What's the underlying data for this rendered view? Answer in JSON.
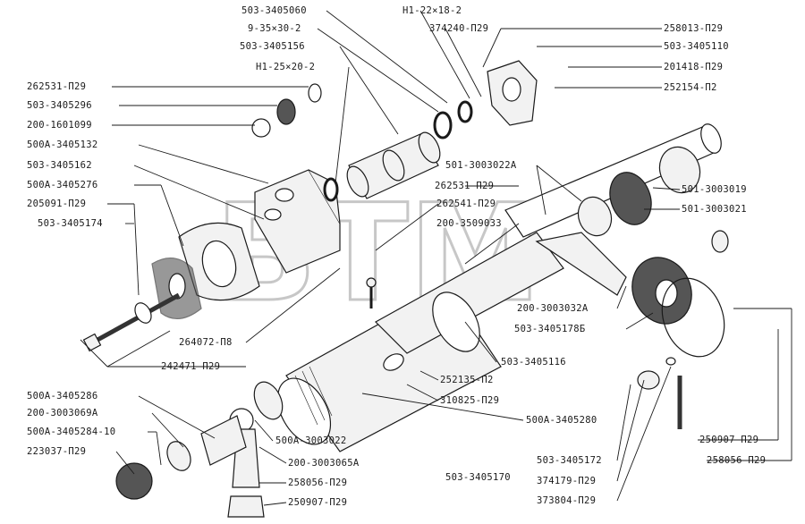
{
  "watermark": "BTM",
  "labels": [
    {
      "id": "l1",
      "text": "503-3405060"
    },
    {
      "id": "l2",
      "text": "Н1-22×18-2"
    },
    {
      "id": "l3",
      "text": "9-35×30-2"
    },
    {
      "id": "l4",
      "text": "374240-П29"
    },
    {
      "id": "l5",
      "text": "258013-П29"
    },
    {
      "id": "l6",
      "text": "503-3405156"
    },
    {
      "id": "l7",
      "text": "503-3405110"
    },
    {
      "id": "l8",
      "text": "Н1-25×20-2"
    },
    {
      "id": "l9",
      "text": "201418-П29"
    },
    {
      "id": "l10",
      "text": "262531-П29"
    },
    {
      "id": "l11",
      "text": "252154-П2"
    },
    {
      "id": "l12",
      "text": "503-3405296"
    },
    {
      "id": "l13",
      "text": "200-1601099"
    },
    {
      "id": "l14",
      "text": "500А-3405132"
    },
    {
      "id": "l15",
      "text": "503-3405162"
    },
    {
      "id": "l16",
      "text": "501-3003022А"
    },
    {
      "id": "l17",
      "text": "500А-3405276"
    },
    {
      "id": "l18",
      "text": "262531-П29"
    },
    {
      "id": "l19",
      "text": "501-3003019"
    },
    {
      "id": "l20",
      "text": "205091-П29"
    },
    {
      "id": "l21",
      "text": "262541-П29"
    },
    {
      "id": "l22",
      "text": "501-3003021"
    },
    {
      "id": "l23",
      "text": "503-3405174"
    },
    {
      "id": "l24",
      "text": "200-3509033"
    },
    {
      "id": "l25",
      "text": "200-3003032А"
    },
    {
      "id": "l26",
      "text": "503-3405178Б"
    },
    {
      "id": "l27",
      "text": "264072-П8"
    },
    {
      "id": "l28",
      "text": "242471-П29"
    },
    {
      "id": "l29",
      "text": "503-3405116"
    },
    {
      "id": "l30",
      "text": "252135-П2"
    },
    {
      "id": "l31",
      "text": "310825-П29"
    },
    {
      "id": "l32",
      "text": "500А-3405286"
    },
    {
      "id": "l33",
      "text": "500А-3405280"
    },
    {
      "id": "l34",
      "text": "200-3003069А"
    },
    {
      "id": "l35",
      "text": "500А-3405284-10"
    },
    {
      "id": "l36",
      "text": "500А-3003022"
    },
    {
      "id": "l37",
      "text": "223037-П29"
    },
    {
      "id": "l38",
      "text": "200-3003065А"
    },
    {
      "id": "l39",
      "text": "258056-П29"
    },
    {
      "id": "l40",
      "text": "250907-П29"
    },
    {
      "id": "l41",
      "text": "503-3405170"
    },
    {
      "id": "l42",
      "text": "503-3405172"
    },
    {
      "id": "l43",
      "text": "374179-П29"
    },
    {
      "id": "l44",
      "text": "373804-П29"
    },
    {
      "id": "l45",
      "text": "250907-П29"
    },
    {
      "id": "l46",
      "text": "258056-П29"
    }
  ]
}
